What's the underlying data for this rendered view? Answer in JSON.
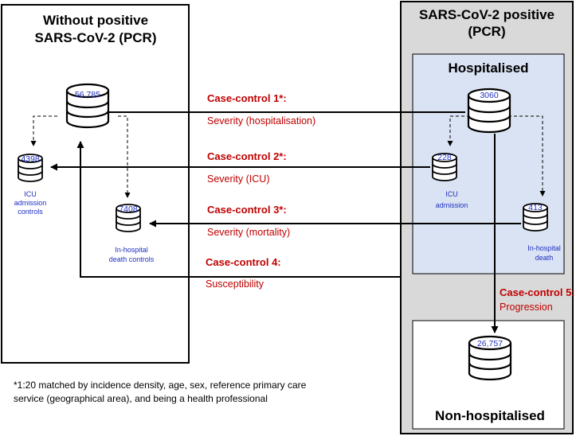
{
  "left_box": {
    "title_line1": "Without positive",
    "title_line2": "SARS-CoV-2 (PCR)"
  },
  "right_box": {
    "title_line1": "SARS-CoV-2  positive",
    "title_line2": "(PCR)"
  },
  "hospitalised": {
    "title": "Hospitalised"
  },
  "non_hospitalised": {
    "title": "Non-hospitalised"
  },
  "databases": {
    "controls_total": {
      "count": "56,785"
    },
    "icu_controls": {
      "count": "4398",
      "label_line1": "ICU",
      "label_line2": "admission",
      "label_line3": "controls"
    },
    "death_controls": {
      "count": "7408",
      "label_line1": "In-hospital",
      "label_line2": "death controls"
    },
    "hospitalised_total": {
      "count": "3060"
    },
    "icu_admission": {
      "count": "228",
      "label_line1": "ICU",
      "label_line2": "admission"
    },
    "in_hospital_death": {
      "count": "413",
      "label_line1": "In-hospital",
      "label_line2": "death"
    },
    "non_hospitalised_total": {
      "count": "26,757"
    }
  },
  "case_controls": [
    {
      "title": "Case-control 1*:",
      "subtitle": "Severity (hospitalisation)"
    },
    {
      "title": "Case-control 2*:",
      "subtitle": "Severity (ICU)"
    },
    {
      "title": "Case-control 3*:",
      "subtitle": "Severity (mortality)"
    },
    {
      "title": "Case-control 4:",
      "subtitle": "Susceptibility"
    },
    {
      "title": "Case-control 5:",
      "subtitle": "Progression"
    }
  ],
  "footnote": {
    "line1": "*1:20 matched by incidence density, age, sex, reference primary care",
    "line2": "service (geographical area), and being a health professional"
  },
  "colors": {
    "case_control_red": "#c00000",
    "count_blue": "#1f2fbf",
    "grey_panel": "#d9d9d9",
    "light_blue_panel": "#dae3f3"
  }
}
